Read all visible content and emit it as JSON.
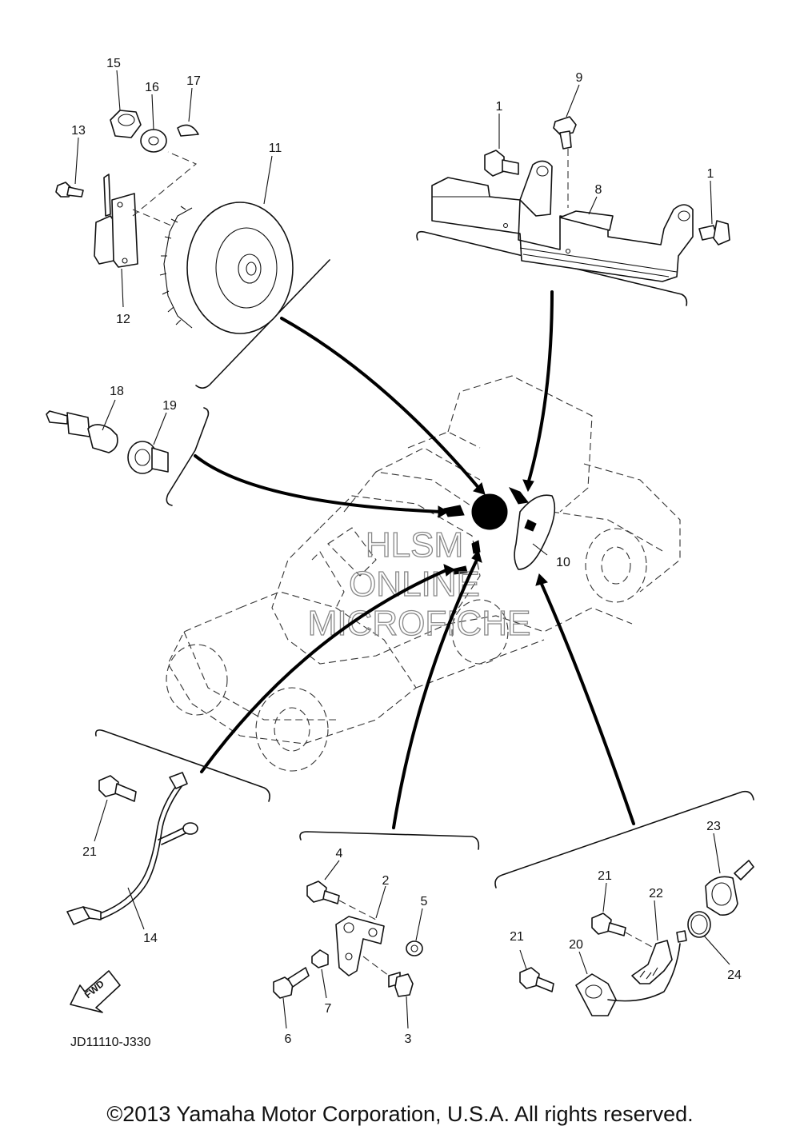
{
  "callouts": [
    {
      "id": "c1a",
      "text": "1"
    },
    {
      "id": "c1b",
      "text": "1"
    },
    {
      "id": "c2",
      "text": "2"
    },
    {
      "id": "c3",
      "text": "3"
    },
    {
      "id": "c4",
      "text": "4"
    },
    {
      "id": "c5",
      "text": "5"
    },
    {
      "id": "c6",
      "text": "6"
    },
    {
      "id": "c7",
      "text": "7"
    },
    {
      "id": "c8",
      "text": "8"
    },
    {
      "id": "c9",
      "text": "9"
    },
    {
      "id": "c10",
      "text": "10"
    },
    {
      "id": "c11",
      "text": "11"
    },
    {
      "id": "c12",
      "text": "12"
    },
    {
      "id": "c13",
      "text": "13"
    },
    {
      "id": "c14",
      "text": "14"
    },
    {
      "id": "c15",
      "text": "15"
    },
    {
      "id": "c16",
      "text": "16"
    },
    {
      "id": "c17",
      "text": "17"
    },
    {
      "id": "c18",
      "text": "18"
    },
    {
      "id": "c19",
      "text": "19"
    },
    {
      "id": "c20",
      "text": "20"
    },
    {
      "id": "c21a",
      "text": "21"
    },
    {
      "id": "c21b",
      "text": "21"
    },
    {
      "id": "c21c",
      "text": "21"
    },
    {
      "id": "c22",
      "text": "22"
    },
    {
      "id": "c23",
      "text": "23"
    },
    {
      "id": "c24",
      "text": "24"
    }
  ],
  "fwd_label": "FWD",
  "diagram_code": "JD11110-J330",
  "watermark": {
    "line1": "HLSM",
    "line2": "ONLINE",
    "line3": "MICROFICHE"
  },
  "copyright": "©2013 Yamaha Motor Corporation, U.S.A. All rights reserved."
}
